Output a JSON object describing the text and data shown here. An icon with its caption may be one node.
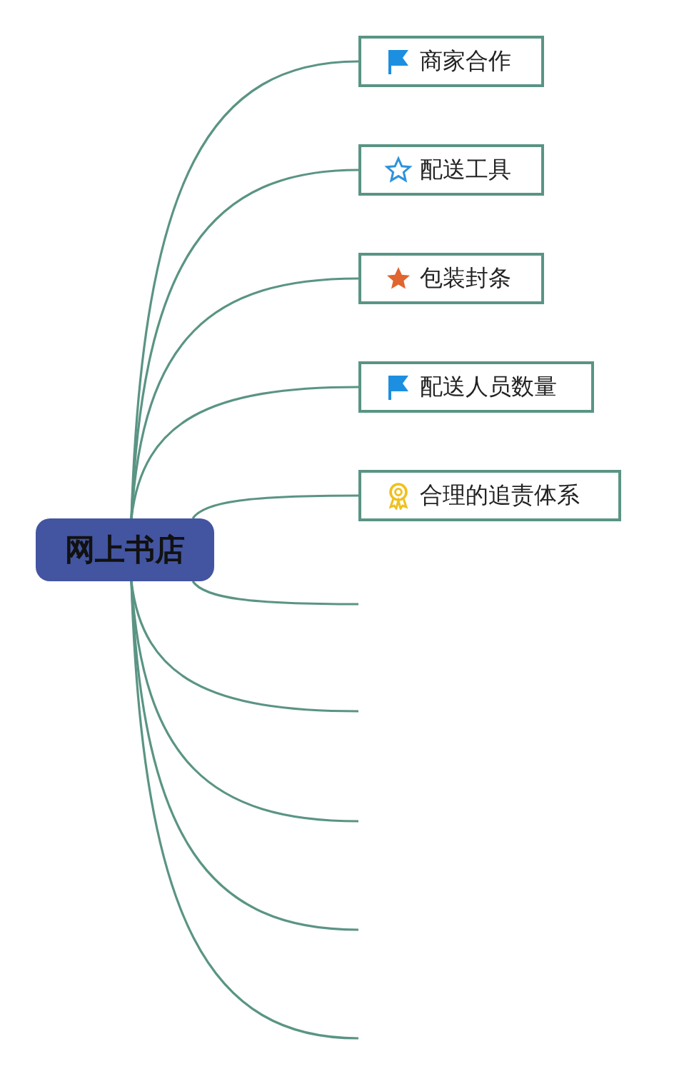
{
  "diagram": {
    "nodes": [
      {
        "text": [
          "网上书店"
        ]
      },
      {
        "text": [
          "商家合作"
        ]
      },
      {
        "text": [
          "配送工具"
        ]
      },
      {
        "text": [
          "包装封条"
        ]
      },
      {
        "text": [
          "配送人员数量"
        ]
      },
      {
        "text": [
          "合理的追责体系"
        ]
      }
    ],
    "edges": [
      {
        "from": 0,
        "to": 1,
        "arrow": "none"
      },
      {
        "from": 0,
        "to": 2,
        "arrow": "none"
      },
      {
        "from": 0,
        "to": 3,
        "arrow": "none"
      },
      {
        "from": 0,
        "to": 4,
        "arrow": "none"
      },
      {
        "from": 0,
        "to": 5,
        "arrow": "none"
      },
      {
        "from": 0,
        "to": null,
        "arrow": "none"
      },
      {
        "from": 0,
        "to": null,
        "arrow": "none"
      },
      {
        "from": 0,
        "to": null,
        "arrow": "none"
      },
      {
        "from": 0,
        "to": null,
        "arrow": "none"
      },
      {
        "from": 0,
        "to": null,
        "arrow": "none"
      }
    ]
  }
}
